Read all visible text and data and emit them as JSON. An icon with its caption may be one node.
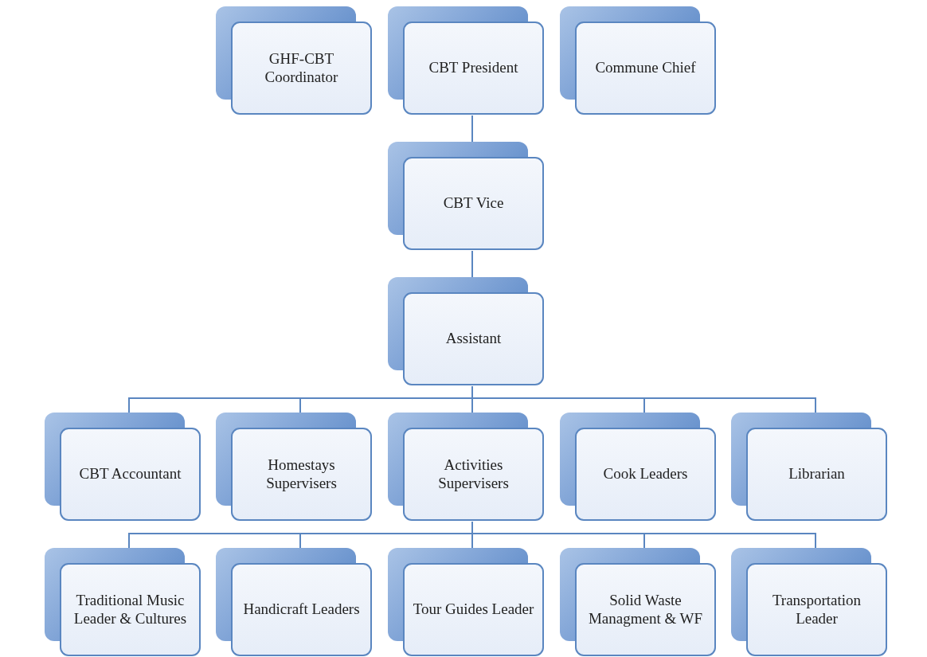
{
  "diagram": {
    "nodes": [
      {
        "text": [
          "GHF-CBT Coordinator"
        ]
      },
      {
        "text": [
          "CBT President"
        ]
      },
      {
        "text": [
          "Commune Chief"
        ]
      },
      {
        "text": [
          "CBT Vice"
        ]
      },
      {
        "text": [
          "Assistant"
        ]
      },
      {
        "text": [
          "CBT Accountant"
        ]
      },
      {
        "text": [
          "Homestays Supervisers"
        ]
      },
      {
        "text": [
          "Activities Supervisers"
        ]
      },
      {
        "text": [
          "Cook Leaders"
        ]
      },
      {
        "text": [
          "Librarian"
        ]
      },
      {
        "text": [
          "Traditional Music Leader & Cultures"
        ]
      },
      {
        "text": [
          "Handicraft Leaders"
        ]
      },
      {
        "text": [
          "Tour Guides Leader"
        ]
      },
      {
        "text": [
          "Solid Waste Managment & WF"
        ]
      },
      {
        "text": [
          "Transportation Leader"
        ]
      }
    ],
    "edges": [
      {
        "from": 1,
        "to": 3,
        "arrow": "none"
      },
      {
        "from": 3,
        "to": 4,
        "arrow": "none"
      },
      {
        "from": 4,
        "to": 5,
        "arrow": "none"
      },
      {
        "from": 4,
        "to": 6,
        "arrow": "none"
      },
      {
        "from": 4,
        "to": 7,
        "arrow": "none"
      },
      {
        "from": 4,
        "to": 8,
        "arrow": "none"
      },
      {
        "from": 4,
        "to": 9,
        "arrow": "none"
      },
      {
        "from": 7,
        "to": 10,
        "arrow": "none"
      },
      {
        "from": 7,
        "to": 11,
        "arrow": "none"
      },
      {
        "from": 7,
        "to": 12,
        "arrow": "none"
      },
      {
        "from": 7,
        "to": 13,
        "arrow": "none"
      },
      {
        "from": 7,
        "to": 14,
        "arrow": "none"
      }
    ]
  }
}
